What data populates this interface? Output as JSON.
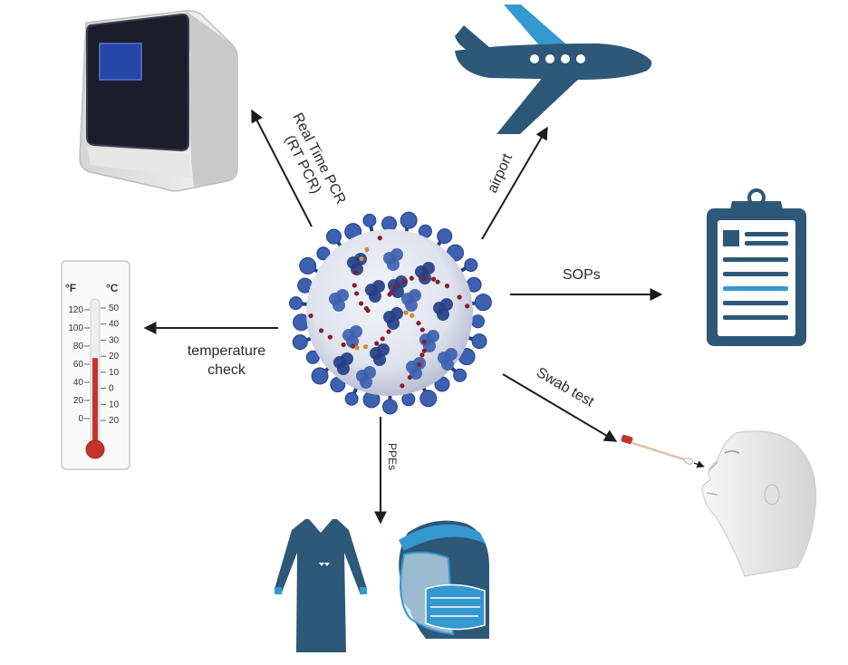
{
  "labels": {
    "pcr_line1": "Real Time PCR",
    "pcr_line2": "(RT PCR)",
    "airport": "airport",
    "sops": "SOPs",
    "swab": "Swab test",
    "ppes": "PPEs",
    "temp_line1": "temperature",
    "temp_line2": "check"
  },
  "thermometer": {
    "f_unit": "°F",
    "c_unit": "°C",
    "f_ticks": [
      "120",
      "100",
      "80",
      "60",
      "40",
      "20",
      "0"
    ],
    "c_ticks": [
      "50",
      "40",
      "30",
      "20",
      "10",
      "0",
      "10",
      "20"
    ],
    "reading_fraction": 0.6
  },
  "icons": {
    "center": "coronavirus-icon",
    "top_left": "pcr-machine-icon",
    "top_right": "airplane-icon",
    "right": "clipboard-icon",
    "bottom_right": "swab-test-head-icon",
    "bottom": "ppe-gown-and-face-shield-icon",
    "left": "thermometer-icon"
  },
  "colors": {
    "navy": "#2e5878",
    "accent_blue": "#3598d0",
    "virus_blue": "#3d61b0",
    "virus_dark": "#243f86",
    "virus_body": "#e3e6ef",
    "spot_red": "#8a1e2a",
    "therm_red": "#c7332c",
    "arrow": "#1c1c1c"
  }
}
